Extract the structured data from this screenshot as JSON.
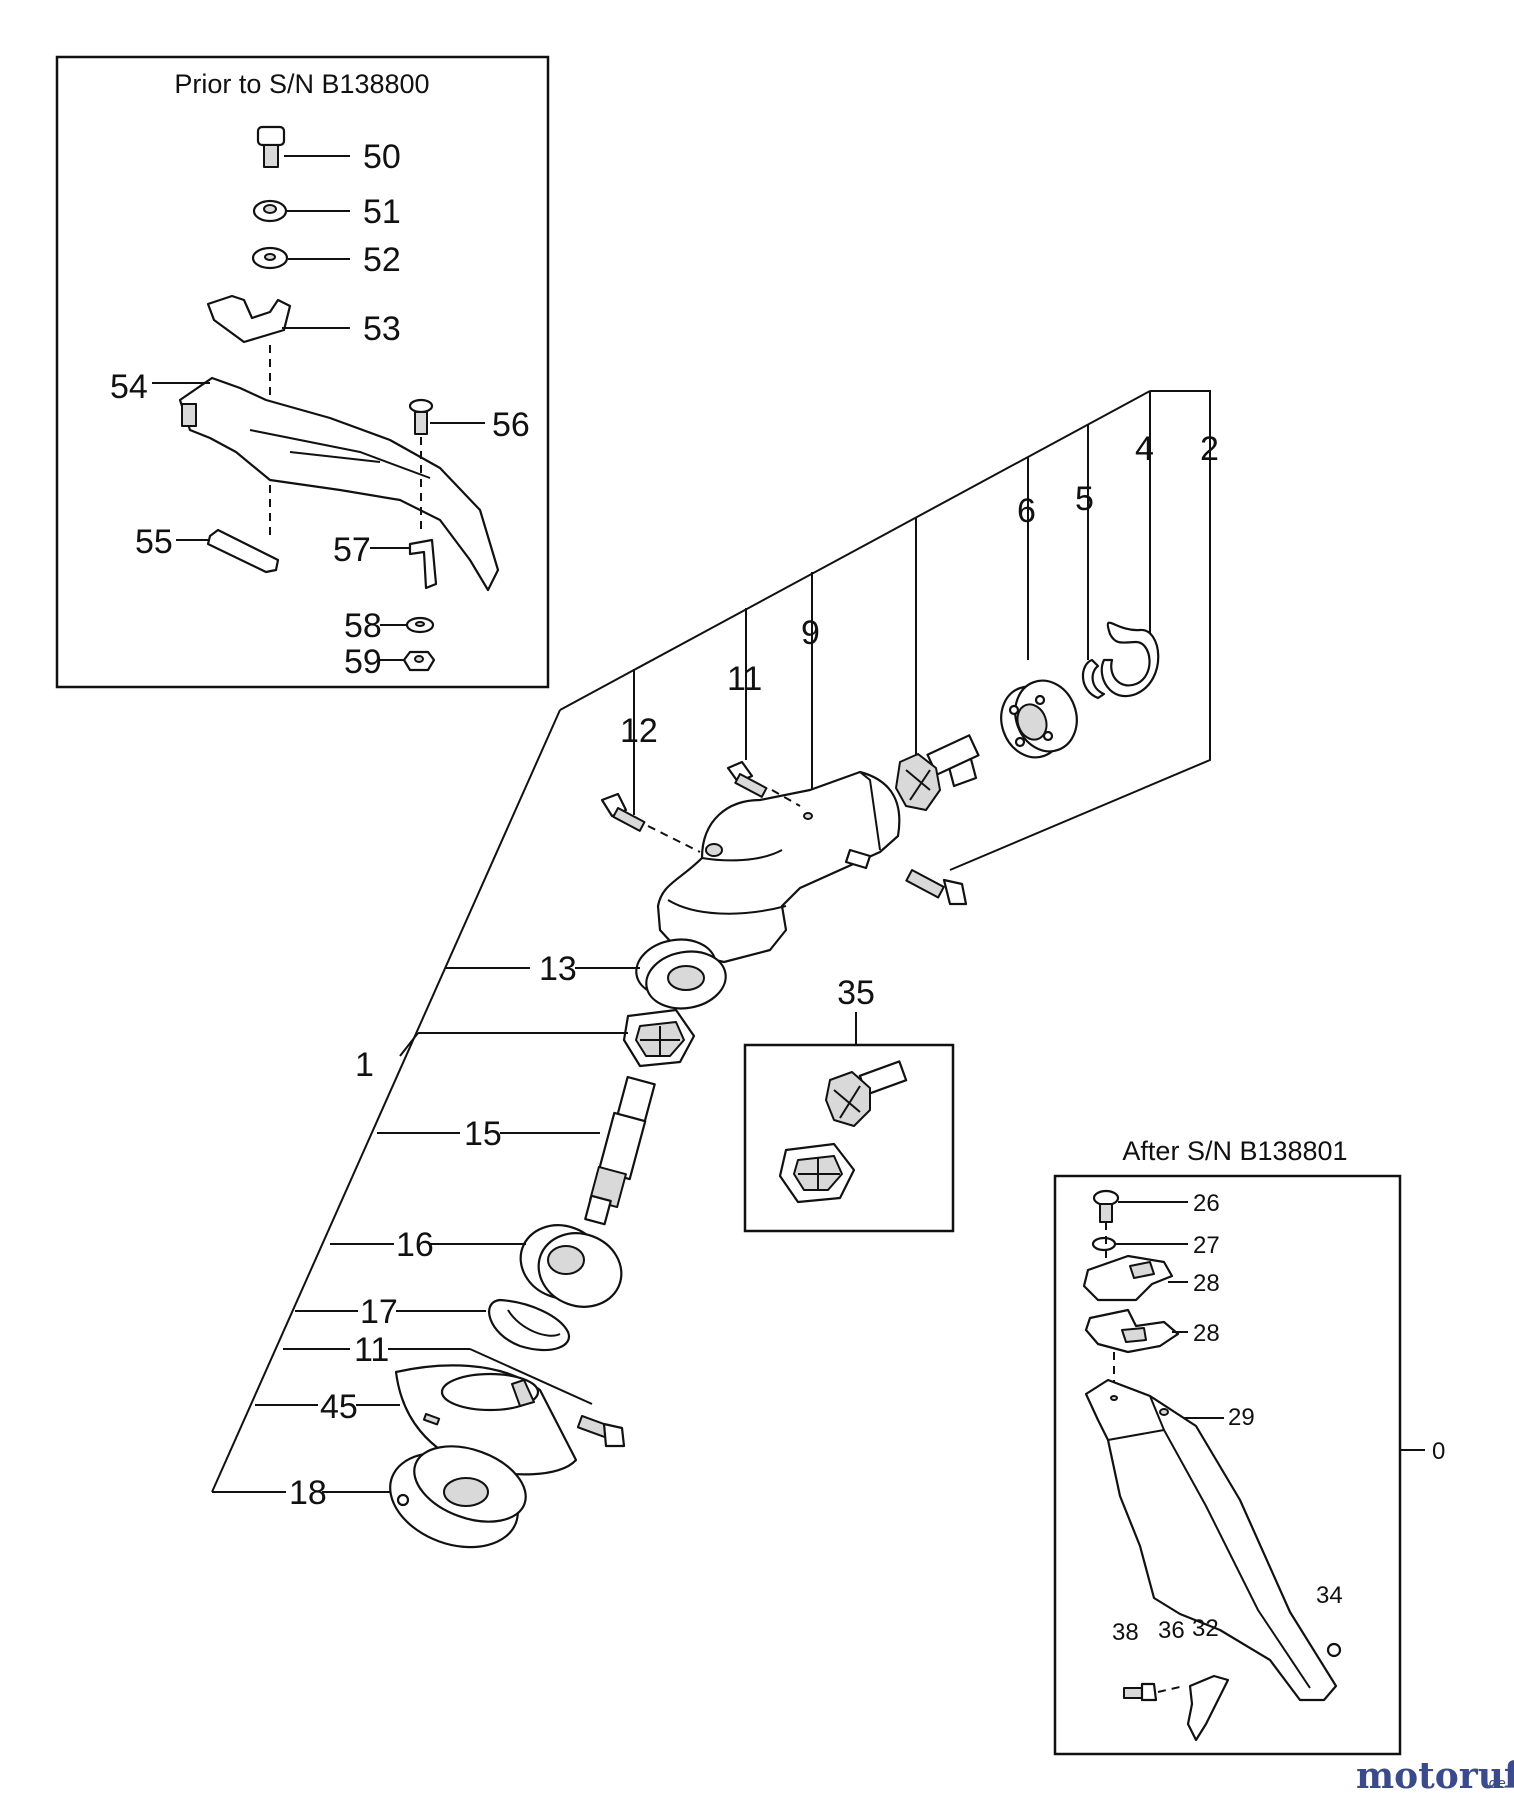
{
  "insets": {
    "prior": {
      "title": "Prior to S/N B138800"
    },
    "after": {
      "title": "After S/N B138801"
    },
    "kit": {
      "label": "35"
    }
  },
  "callouts": {
    "p50": "50",
    "p51": "51",
    "p52": "52",
    "p53": "53",
    "p54": "54",
    "p55": "55",
    "p56": "56",
    "p57": "57",
    "p58": "58",
    "p59": "59",
    "p2": "2",
    "p4": "4",
    "p5": "5",
    "p6": "6",
    "p9": "9",
    "p11a": "11",
    "p12": "12",
    "p13": "13",
    "p1": "1",
    "p15": "15",
    "p16": "16",
    "p17": "17",
    "p11b": "11",
    "p45": "45",
    "p18": "18",
    "p26": "26",
    "p27": "27",
    "p28a": "28",
    "p28b": "28",
    "p29": "29",
    "p0": "0",
    "p34": "34",
    "p38": "38",
    "p36": "36",
    "p32": "32"
  },
  "watermark": {
    "name": "motoruf",
    "tld": ".de"
  },
  "icons": {
    "bolt": "hex-bolt-icon",
    "washer": "washer-icon",
    "bearing": "ball-bearing-icon",
    "gear": "bevel-gear-icon",
    "circlip": "snap-ring-icon",
    "gearcase": "gear-case-icon",
    "guard": "blade-guard-icon"
  }
}
